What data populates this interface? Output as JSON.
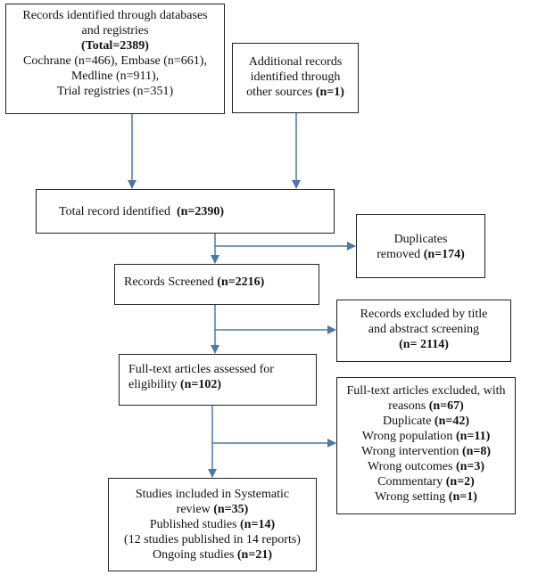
{
  "boxes": {
    "databases": {
      "line1": "Records identified through databases",
      "line2": "and registries",
      "line3": "(Total=2389)",
      "line4": "Cochrane (n=466), Embase (n=661),",
      "line5": "Medline (n=911),",
      "line6": "Trial registries (n=351)"
    },
    "additional": {
      "line1": "Additional records",
      "line2": "identified through",
      "line3_text": "other sources ",
      "line3_bold": "(n=1)"
    },
    "total": {
      "text": "Total record identified  ",
      "bold": "(n=2390)"
    },
    "duplicates": {
      "line1": "Duplicates",
      "line2_text": "removed ",
      "line2_bold": "(n=174)"
    },
    "screened": {
      "text": "Records Screened ",
      "bold": "(n=2216)"
    },
    "excluded_title": {
      "line1": "Records excluded by title",
      "line2": "and abstract screening",
      "line3": "(n= 2114)"
    },
    "fulltext": {
      "line1": "Full-text articles assessed for",
      "line2_text": "eligibility ",
      "line2_bold": "(n=102)"
    },
    "fulltext_excluded": {
      "line1": "Full-text articles excluded, with",
      "line2_text": "reasons ",
      "line2_bold": "(n=67)",
      "reasons": [
        {
          "text": "Duplicate ",
          "bold": "(n=42)"
        },
        {
          "text": "Wrong population ",
          "bold": "(n=11)"
        },
        {
          "text": "Wrong intervention ",
          "bold": "(n=8)"
        },
        {
          "text": "Wrong outcomes ",
          "bold": "(n=3)"
        },
        {
          "text": "Commentary ",
          "bold": "(n=2)"
        },
        {
          "text": "Wrong setting ",
          "bold": "(n=1)"
        }
      ]
    },
    "included": {
      "line1": "Studies included in Systematic",
      "line2_text": "review ",
      "line2_bold": "(n=35)",
      "line3_text": "Published studies ",
      "line3_bold": "(n=14)",
      "line4": "(12 studies published in 14 reports)",
      "line5_text": "Ongoing studies ",
      "line5_bold": "(n=21)"
    }
  },
  "colors": {
    "arrow": "#4a78a8",
    "border": "#222222"
  }
}
